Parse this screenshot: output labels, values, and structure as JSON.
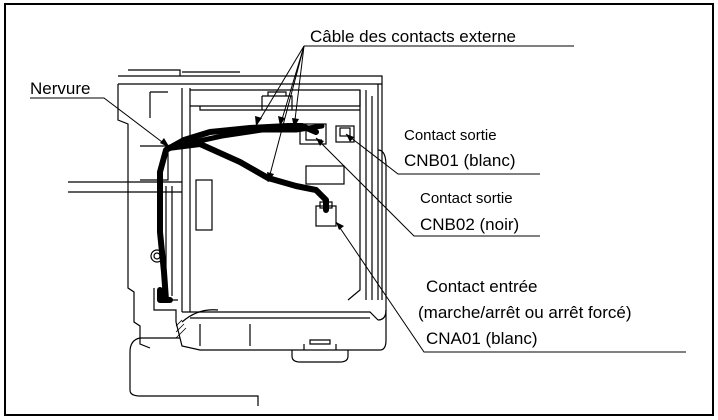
{
  "labels": {
    "cable": "Câble des contacts externe",
    "rib": "Nervure",
    "out1_line1": "Contact sortie",
    "out1_line2": "CNB01 (blanc)",
    "out2_line1": "Contact sortie",
    "out2_line2": "CNB02 (noir)",
    "in_line1": "Contact entrée",
    "in_line2": "(marche/arrêt ou arrêt forcé)",
    "in_line3": "CNA01 (blanc)"
  },
  "colors": {
    "ink": "#000000",
    "background": "#ffffff"
  }
}
